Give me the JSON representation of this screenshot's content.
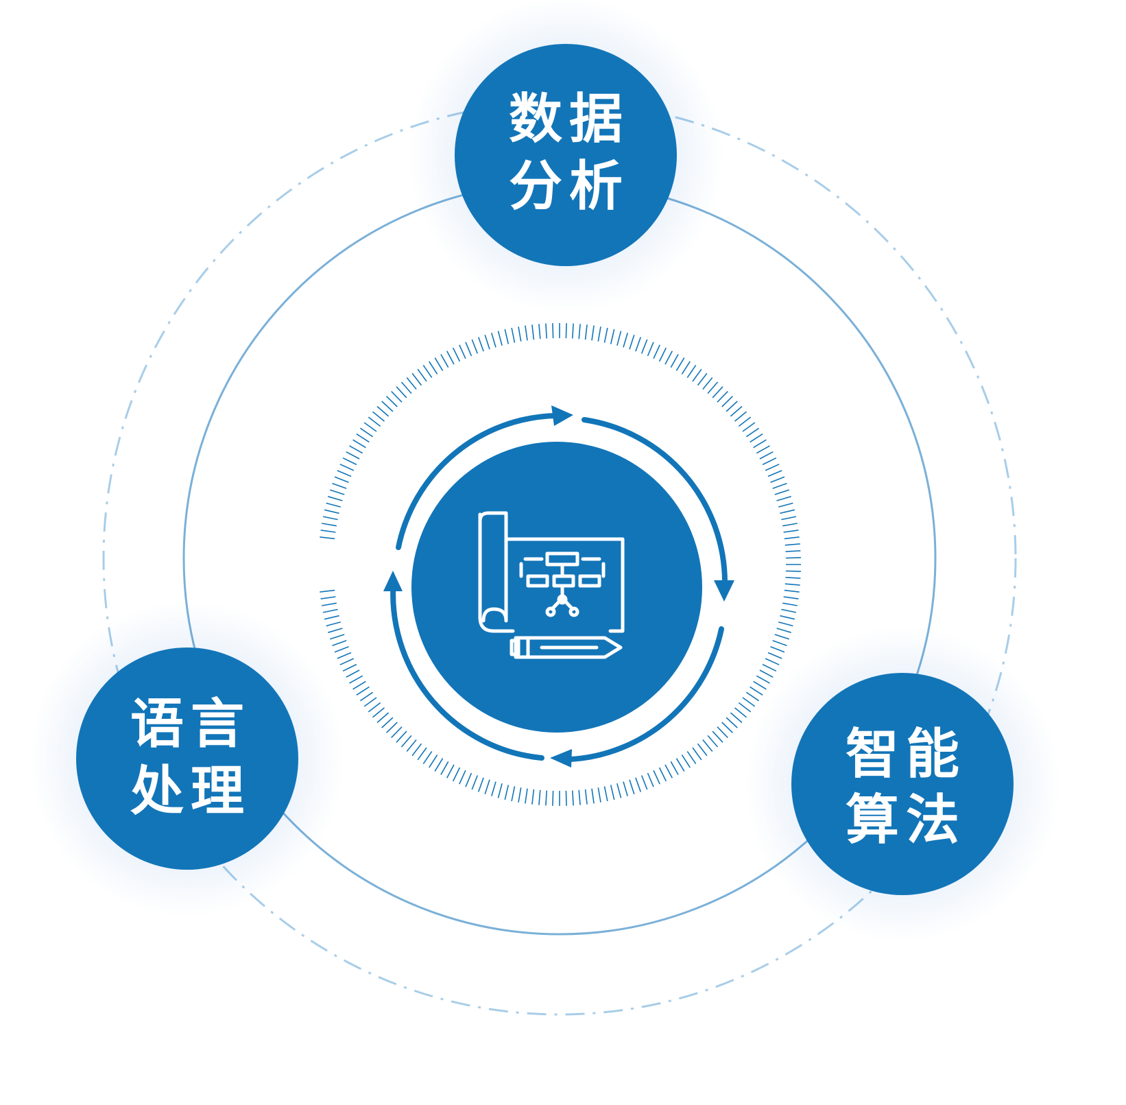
{
  "diagram": {
    "center_icon": "blueprint-flowchart-pencil-icon",
    "nodes": [
      {
        "id": "top",
        "line1": "数据",
        "line2": "分析"
      },
      {
        "id": "left",
        "line1": "语言",
        "line2": "处理"
      },
      {
        "id": "right",
        "line1": "智能",
        "line2": "算法"
      }
    ]
  },
  "colors": {
    "primary": "#1275b8",
    "ring": "#7ab0d8",
    "dashed_ring": "#a8cde8",
    "text": "#ffffff",
    "background": "#ffffff"
  }
}
